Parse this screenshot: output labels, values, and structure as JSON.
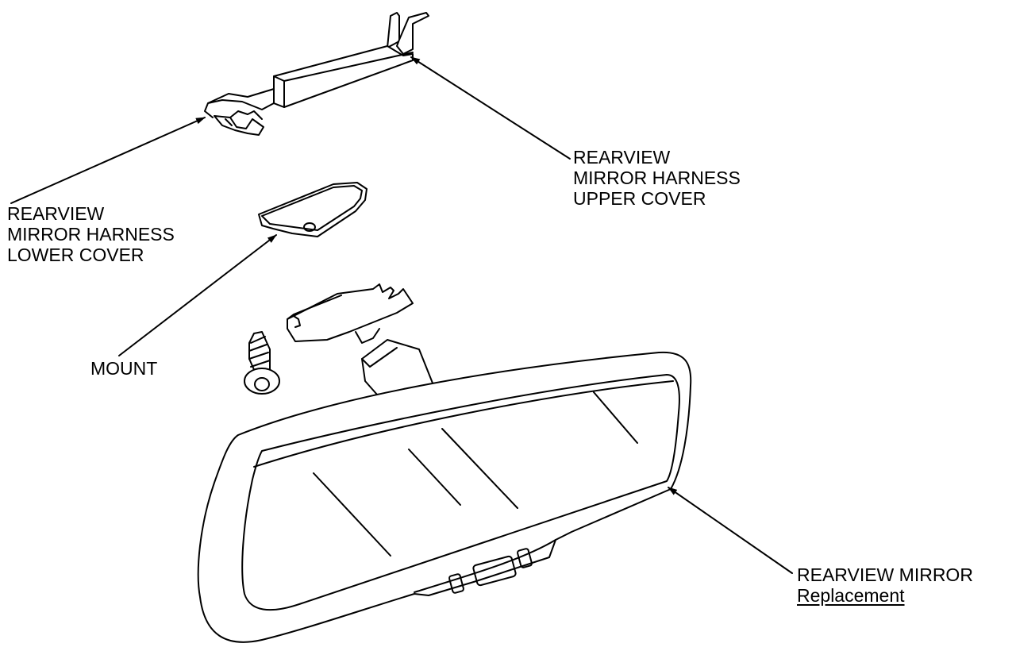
{
  "labels": {
    "upper_cover": [
      "REARVIEW",
      "MIRROR HARNESS",
      "UPPER COVER"
    ],
    "lower_cover": [
      "REARVIEW",
      "MIRROR HARNESS",
      "LOWER COVER"
    ],
    "mount": "MOUNT",
    "mirror": "REARVIEW MIRROR",
    "replacement_link": "Replacement"
  },
  "colors": {
    "ink": "#000000",
    "paper": "#ffffff"
  }
}
